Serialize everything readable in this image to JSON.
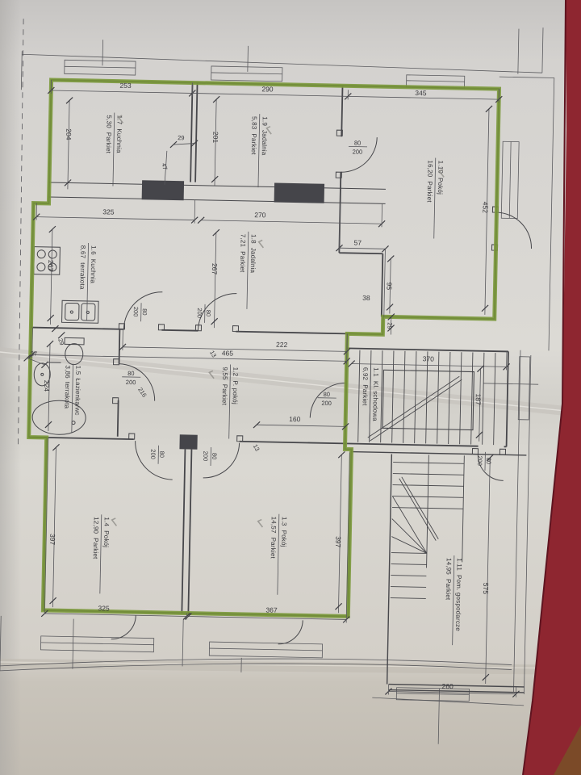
{
  "sheet": {
    "type": "apartment floor plan",
    "wall_highlight_color": "#7d9a3e",
    "paper_color": "#d8d6d2",
    "backing_color": "#8e2630"
  },
  "rooms": [
    {
      "id": "1.1",
      "name": "Kl. schodowa",
      "area": "6,92",
      "floor": "Parkiet"
    },
    {
      "id": "1.2",
      "name": "P. pokój",
      "area": "9,55",
      "floor": "Parkiet"
    },
    {
      "id": "1.3",
      "name": "Pokój",
      "area": "14,57",
      "floor": "Parkiet"
    },
    {
      "id": "1.4",
      "name": "Pokój",
      "area": "12,90",
      "floor": "Parkiet"
    },
    {
      "id": "1.5",
      "name": "Łazienka/wc",
      "area": "3,86",
      "floor": "terrakota"
    },
    {
      "id": "1.6",
      "name": "Kuchnia",
      "area": "8,67",
      "floor": "terrakota"
    },
    {
      "id": "1.7",
      "name": "Kuchnia",
      "area": "5,30",
      "floor": "Parkiet"
    },
    {
      "id": "1.8",
      "name": "Jadalnia",
      "area": "7,21",
      "floor": "Parkiet"
    },
    {
      "id": "1.9",
      "name": "Jadalnia",
      "area": "5,83",
      "floor": "Parkiet"
    },
    {
      "id": "1.10",
      "name": "Pokój",
      "area": "16,20",
      "floor": "Parkiet"
    },
    {
      "id": "1.11",
      "name": "Pom. gospodarcze",
      "area": "14,95",
      "floor": "Parkiet"
    }
  ],
  "door_size": {
    "w": "80",
    "h": "200"
  },
  "dims": {
    "top_253": "253",
    "top_290": "290",
    "top_345": "345",
    "left_204": "204",
    "mid_201": "201",
    "chim_29": "29",
    "chim_47": "47",
    "k6_325": "325",
    "j8_270": "270",
    "k6_267": "267",
    "j8_267": "267",
    "step_57": "57",
    "step_95": "95",
    "step_38": "38",
    "step_29": "29",
    "hall_222": "222",
    "hall_465": "465",
    "w13a": "13",
    "w13b": "13",
    "stair_370": "370",
    "stair_187": "187",
    "right_452": "452",
    "hall_160": "160",
    "p4_397": "397",
    "p3_397": "397",
    "p4_325": "325",
    "p3_367": "367",
    "g11_575": "575",
    "g11_260": "260",
    "bath_224": "224",
    "out_27": "27",
    "bath_29": "29",
    "diag_216": "216"
  }
}
